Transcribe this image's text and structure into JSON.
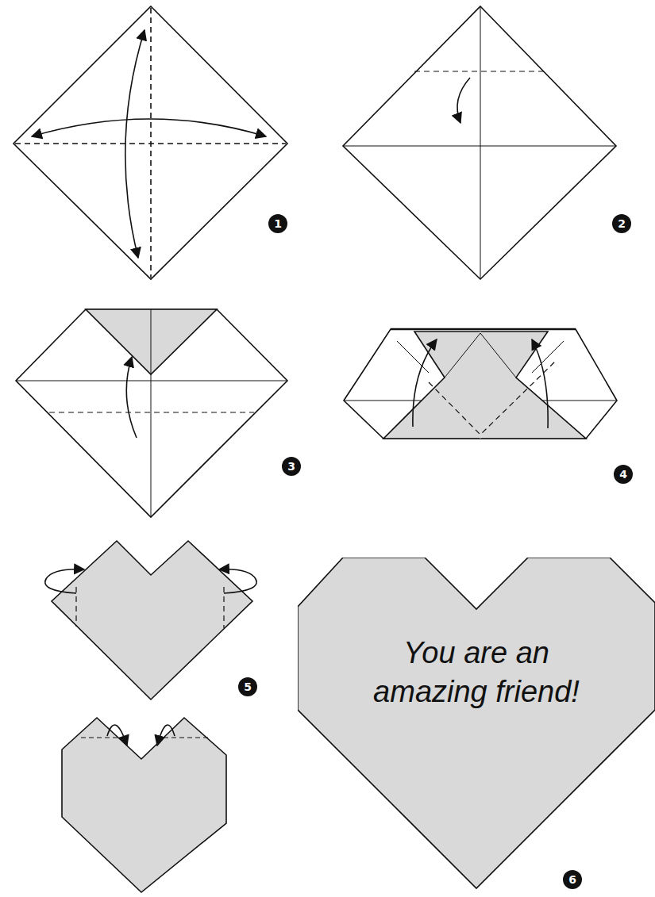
{
  "diagram": {
    "nodes": [
      {
        "text": [
          "You are an amazing friend!"
        ]
      }
    ],
    "labels": [
      "1",
      "2",
      "3",
      "4",
      "5",
      "6"
    ]
  }
}
